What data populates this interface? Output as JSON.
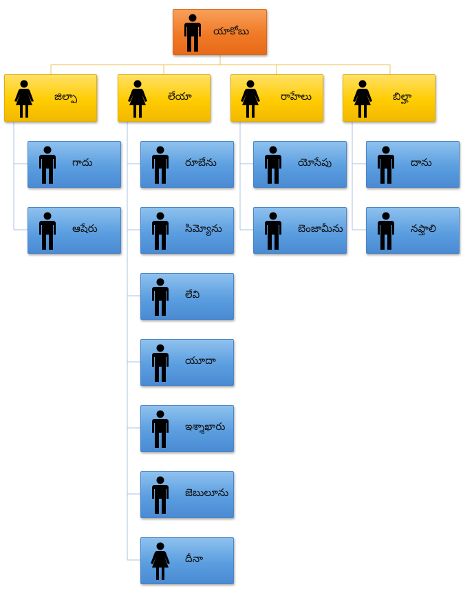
{
  "diagram": {
    "colors": {
      "root_line": "#f2c14e",
      "branch_line": "#a7c3e3"
    },
    "root": {
      "name": "యాకోబు",
      "icon": "man-icon"
    },
    "wives": [
      {
        "name": "జిల్పా",
        "icon": "woman-icon",
        "sons": [
          {
            "name": "గాదు",
            "icon": "man-icon"
          },
          {
            "name": "ఆషేరు",
            "icon": "man-icon"
          }
        ]
      },
      {
        "name": "లేయా",
        "icon": "woman-icon",
        "sons": [
          {
            "name": "రూబేను",
            "icon": "man-icon"
          },
          {
            "name": "సిమ్యోను",
            "icon": "man-icon"
          },
          {
            "name": "లేవి",
            "icon": "man-icon"
          },
          {
            "name": "యూదా",
            "icon": "man-icon"
          },
          {
            "name": "ఇశ్శాఖారు",
            "icon": "man-icon"
          },
          {
            "name": "జెబులూను",
            "icon": "man-icon"
          },
          {
            "name": "దీనా",
            "icon": "woman-icon"
          }
        ]
      },
      {
        "name": "రాహేలు",
        "icon": "woman-icon",
        "sons": [
          {
            "name": "యోసేపు",
            "icon": "man-icon"
          },
          {
            "name": "బెంజామీను",
            "icon": "man-icon"
          }
        ]
      },
      {
        "name": "బిల్హా",
        "icon": "woman-icon",
        "sons": [
          {
            "name": "దాను",
            "icon": "man-icon"
          },
          {
            "name": "నఫ్తాలి",
            "icon": "man-icon"
          }
        ]
      }
    ]
  }
}
